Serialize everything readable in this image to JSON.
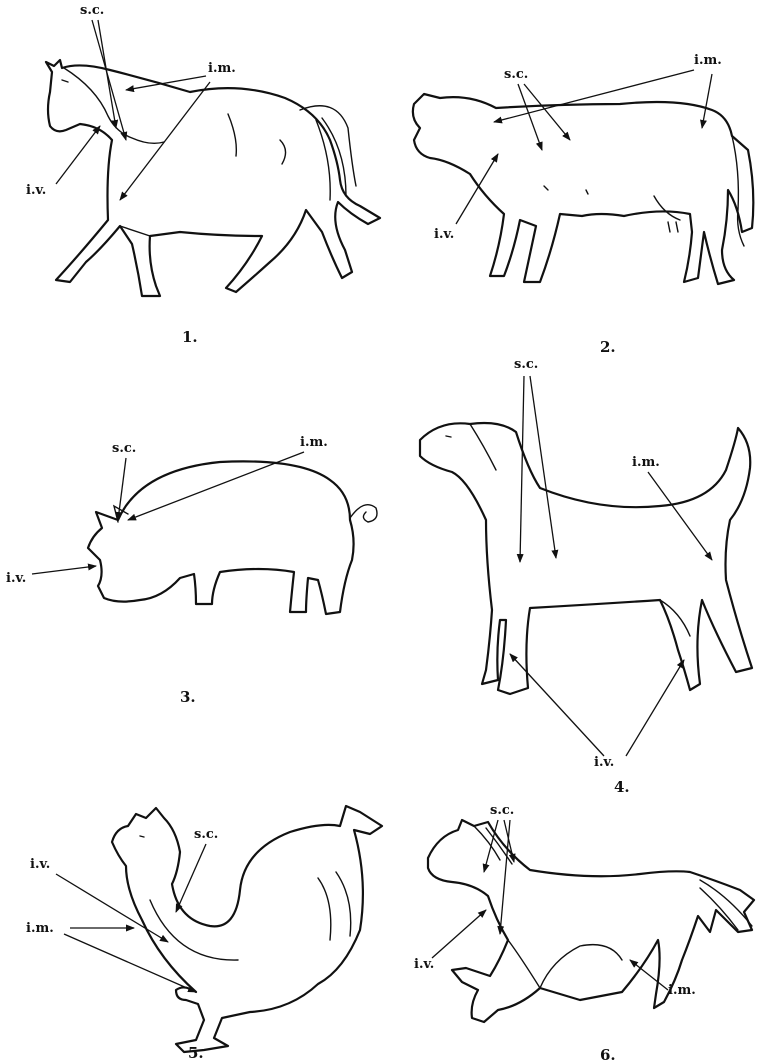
{
  "panels": [
    {
      "number": "1.",
      "labels": {
        "sc": "s.c.",
        "im": "i.m.",
        "iv": "i.v."
      }
    },
    {
      "number": "2.",
      "labels": {
        "sc": "s.c.",
        "im": "i.m.",
        "iv": "i.v."
      }
    },
    {
      "number": "3.",
      "labels": {
        "sc": "s.c.",
        "im": "i.m.",
        "iv": "i.v."
      }
    },
    {
      "number": "4.",
      "labels": {
        "sc": "s.c.",
        "im": "i.m.",
        "iv": "i.v."
      }
    },
    {
      "number": "5.",
      "labels": {
        "sc": "s.c.",
        "im": "i.m.",
        "iv": "i.v."
      }
    },
    {
      "number": "6.",
      "labels": {
        "sc": "s.c.",
        "im": "i.m.",
        "iv": "i.v."
      }
    }
  ]
}
